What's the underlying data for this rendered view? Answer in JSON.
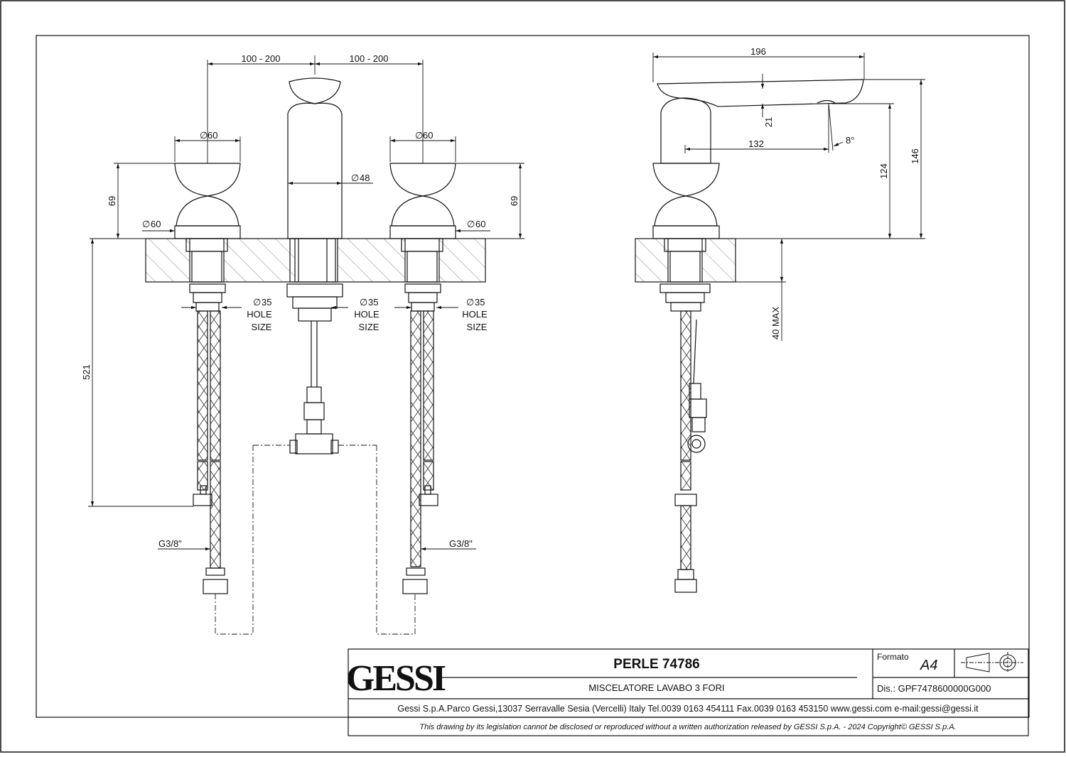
{
  "dimensions": {
    "spacing_left": "100 - 200",
    "spacing_right": "100 - 200",
    "handle_dia_top_left": "60",
    "handle_dia_top_right": "60",
    "spout_dia": "48",
    "handle_height_left": "69",
    "handle_height_right": "69",
    "base_dia_left": "60",
    "base_dia_right": "60",
    "hole_left": [
      "35",
      "HOLE",
      "SIZE"
    ],
    "hole_center": [
      "35",
      "HOLE",
      "SIZE"
    ],
    "hole_right": [
      "35",
      "HOLE",
      "SIZE"
    ],
    "hose_length": "521",
    "thread_left": "G3/8\"",
    "thread_right": "G3/8\"",
    "side_reach": "196",
    "side_aerator_offset": "21",
    "side_inner_reach": "132",
    "side_angle": "8°",
    "side_outlet_height": "124",
    "side_total_height": "146",
    "deck_thickness": "40 MAX"
  },
  "title_block": {
    "logo": "GESSI",
    "product": "PERLE 74786",
    "description": "MISCELATORE LAVABO 3 FORI",
    "format_label": "Formato",
    "format_value": "A4",
    "drawing_number": "Dis.: GPF7478600000G000",
    "address": "Gessi S.p.A.Parco Gessi,13037 Serravalle Sesia (Vercelli) Italy Tel.0039 0163 454111 Fax.0039 0163 453150 www.gessi.com e-mail:gessi@gessi.it",
    "legal": "This drawing by its legislation cannot be disclosed or reproduced without a written authorization released by GESSI S.p.A. - 2024 Copyright© GESSI S.p.A."
  }
}
